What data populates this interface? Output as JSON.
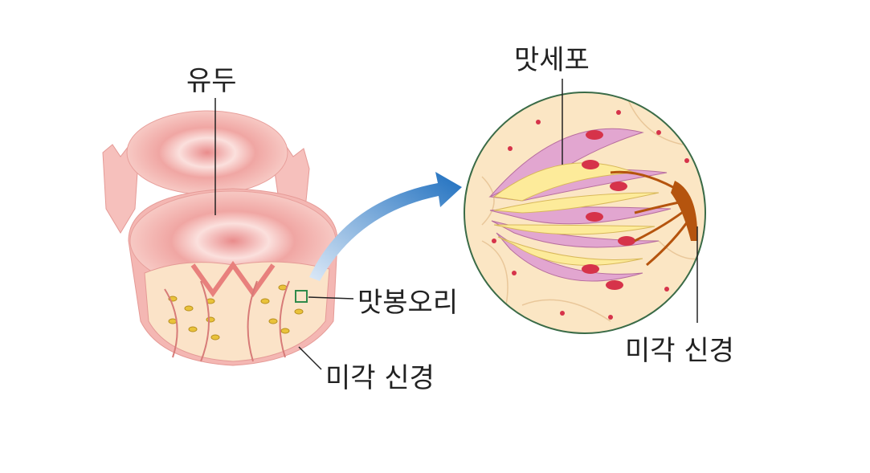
{
  "labels": {
    "papilla": "유두",
    "taste_cell": "맛세포",
    "taste_bud": "맛봉오리",
    "taste_nerve_left": "미각 신경",
    "taste_nerve_right": "미각 신경"
  },
  "colors": {
    "tissue_pink": "#f4b7b3",
    "tissue_dark": "#e88f8a",
    "cell_cream": "#fbe6c4",
    "cell_purple": "#e2a6d0",
    "cell_yellow": "#fdeb9a",
    "nucleus_red": "#d6334a",
    "nerve_brown": "#b5540e",
    "arrow_blue": "#1e6fbf",
    "circle_border": "#3a6b47"
  }
}
